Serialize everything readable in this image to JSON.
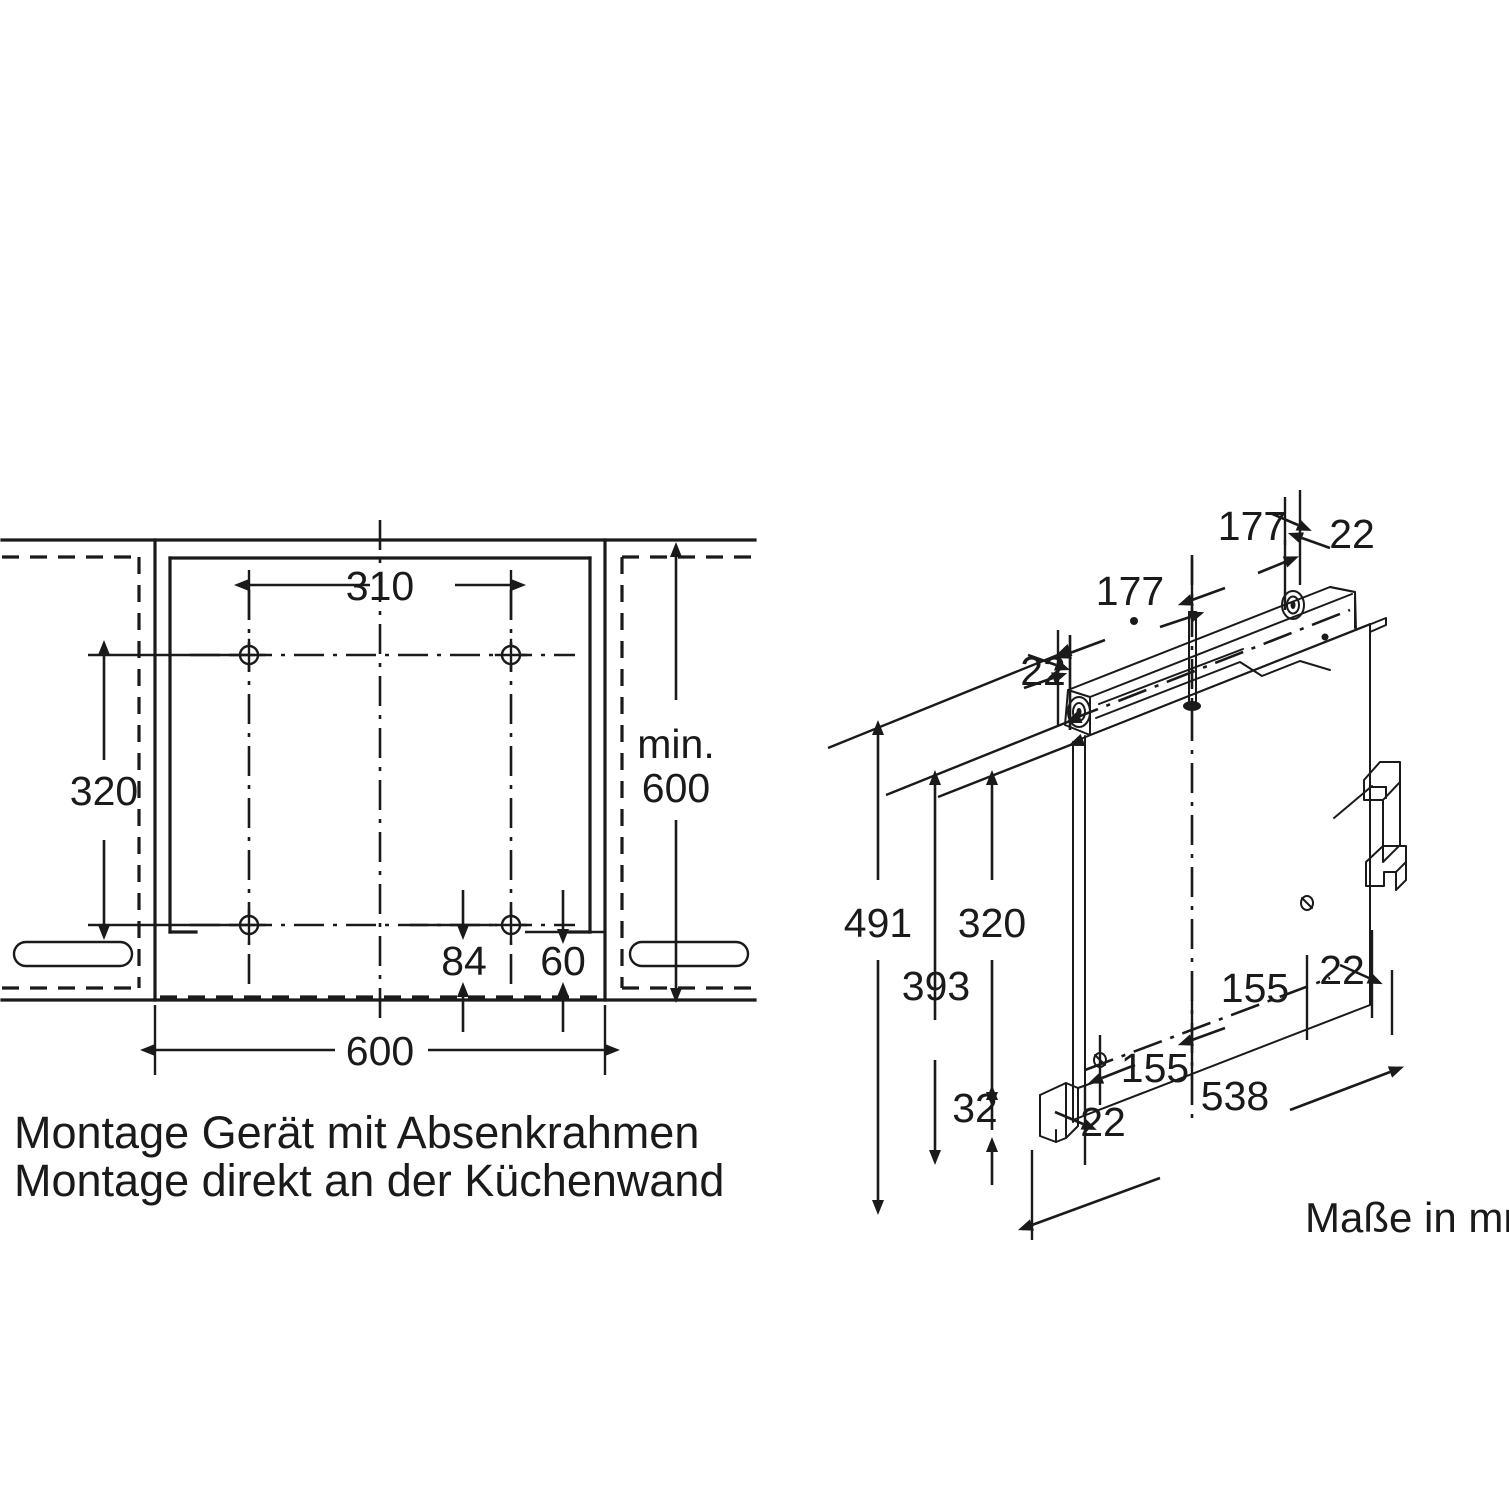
{
  "document": {
    "type": "appliance-installation-drawing",
    "units_note": "Maße in mm",
    "caption_line_1": "Montage Gerät mit Absenkrahmen",
    "caption_line_2": "Montage direkt an der Küchenwand",
    "line_color": "#1a1a1a",
    "background_color": "#ffffff"
  },
  "left_view": {
    "title": "front-view-cabinet-cutout",
    "dimensions": {
      "hole_spacing_horizontal": "310",
      "hole_spacing_vertical": "320",
      "cabinet_width": "600",
      "cabinet_height_min": "min.",
      "cabinet_height_min_value": "600",
      "offset_from_edge_84": "84",
      "offset_from_edge_60": "60"
    }
  },
  "right_view": {
    "title": "isometric-hinge-bracket-view",
    "dimensions": {
      "top_left_177": "177",
      "top_right_177": "177",
      "top_right_22": "22",
      "left_22": "22",
      "total_height_491": "491",
      "height_393": "393",
      "height_320": "320",
      "bottom_32": "32",
      "bottom_22": "22",
      "mid_155_lower": "155",
      "mid_155_upper": "155",
      "right_22": "22",
      "width_538": "538"
    }
  }
}
